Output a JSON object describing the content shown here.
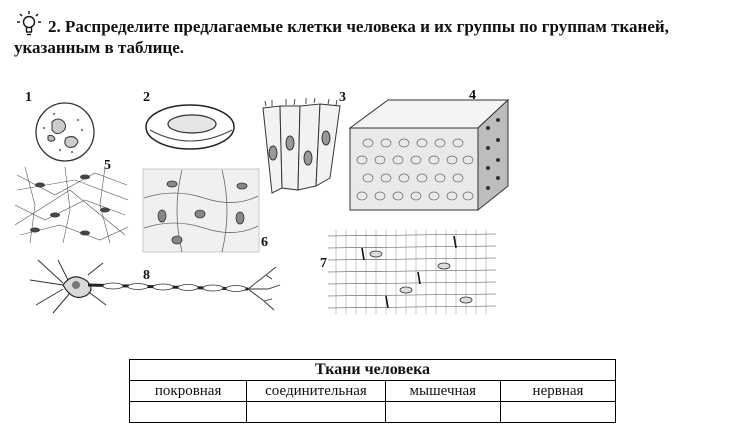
{
  "task": {
    "line1": "2. Распределите предлагаемые клетки человека и их группы по группам тканей,",
    "line2": "указанным в таблице."
  },
  "figures": {
    "labels": [
      "1",
      "2",
      "3",
      "4",
      "5",
      "6",
      "7",
      "8"
    ]
  },
  "table": {
    "title": "Ткани человека",
    "columns": [
      "покровная",
      "соединительная",
      "мышечная",
      "нервная"
    ]
  }
}
